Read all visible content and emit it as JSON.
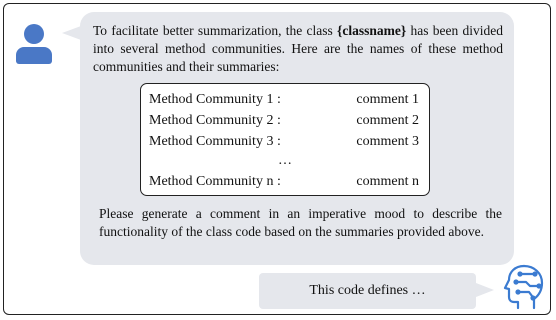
{
  "user_message": {
    "intro_before": "To facilitate better summarization, the class ",
    "classname_token": "{classname}",
    "intro_after": " has been divided into several method communities. Here are the names of these method communities and their summaries:",
    "communities": [
      {
        "name": "Method Community 1 :",
        "comment": "comment 1"
      },
      {
        "name": "Method Community 2 :",
        "comment": "comment 2"
      },
      {
        "name": "Method Community 3 :",
        "comment": "comment 3"
      }
    ],
    "ellipsis": "…",
    "last_community": {
      "name": "Method Community n :",
      "comment": "comment n"
    },
    "request": "Please generate a comment in an imperative mood to describe the functionality of the class code based on the summaries provided above."
  },
  "assistant_message": {
    "text": "This code defines …"
  },
  "icons": {
    "user": "user-avatar-icon",
    "assistant": "ai-brain-icon"
  },
  "colors": {
    "bubble": "#e5e7ec",
    "user_avatar": "#4a78c6",
    "ai_icon": "#3b7bd1"
  }
}
